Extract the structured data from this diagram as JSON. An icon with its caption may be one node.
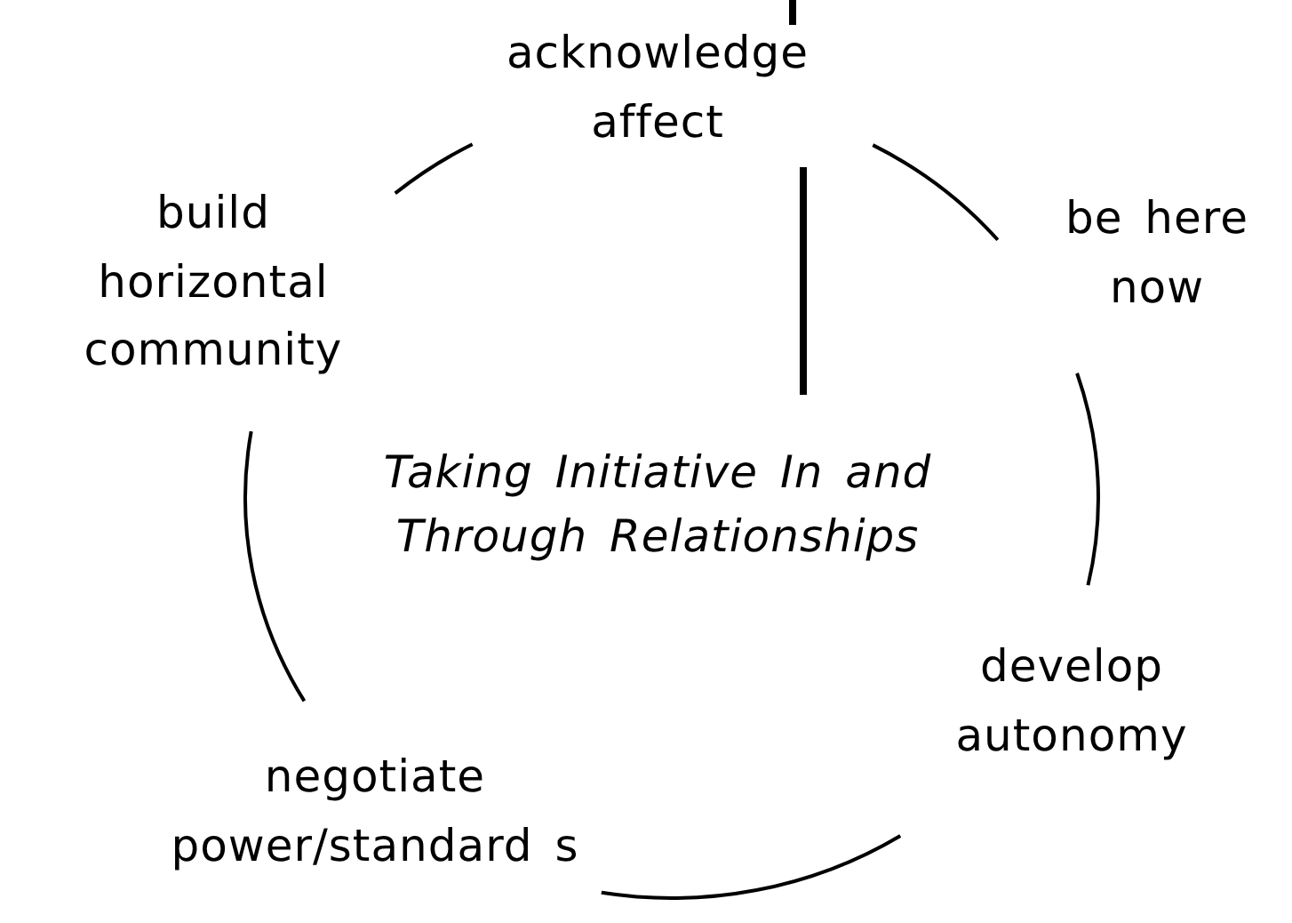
{
  "diagram": {
    "nodes": [
      {
        "text": [
          "acknowledge affect"
        ]
      },
      {
        "text": [
          "be here now"
        ]
      },
      {
        "text": [
          "develop autonomy"
        ]
      },
      {
        "text": [
          "negotiate power/standard s"
        ]
      },
      {
        "text": [
          "build horizontal community"
        ]
      },
      {
        "text": [
          "Taking Initiative In and Through Relationships"
        ]
      }
    ],
    "edges": [
      {
        "from": null,
        "to": 0,
        "arrow": "none",
        "style": "thick"
      },
      {
        "from": 0,
        "to": 5,
        "arrow": "none",
        "style": "thick"
      },
      {
        "from": 0,
        "to": 1,
        "arrow": "none"
      },
      {
        "from": 1,
        "to": 2,
        "arrow": "none"
      },
      {
        "from": 2,
        "to": 3,
        "arrow": "none"
      },
      {
        "from": 3,
        "to": 4,
        "arrow": "none"
      },
      {
        "from": 4,
        "to": 0,
        "arrow": "none"
      }
    ]
  }
}
